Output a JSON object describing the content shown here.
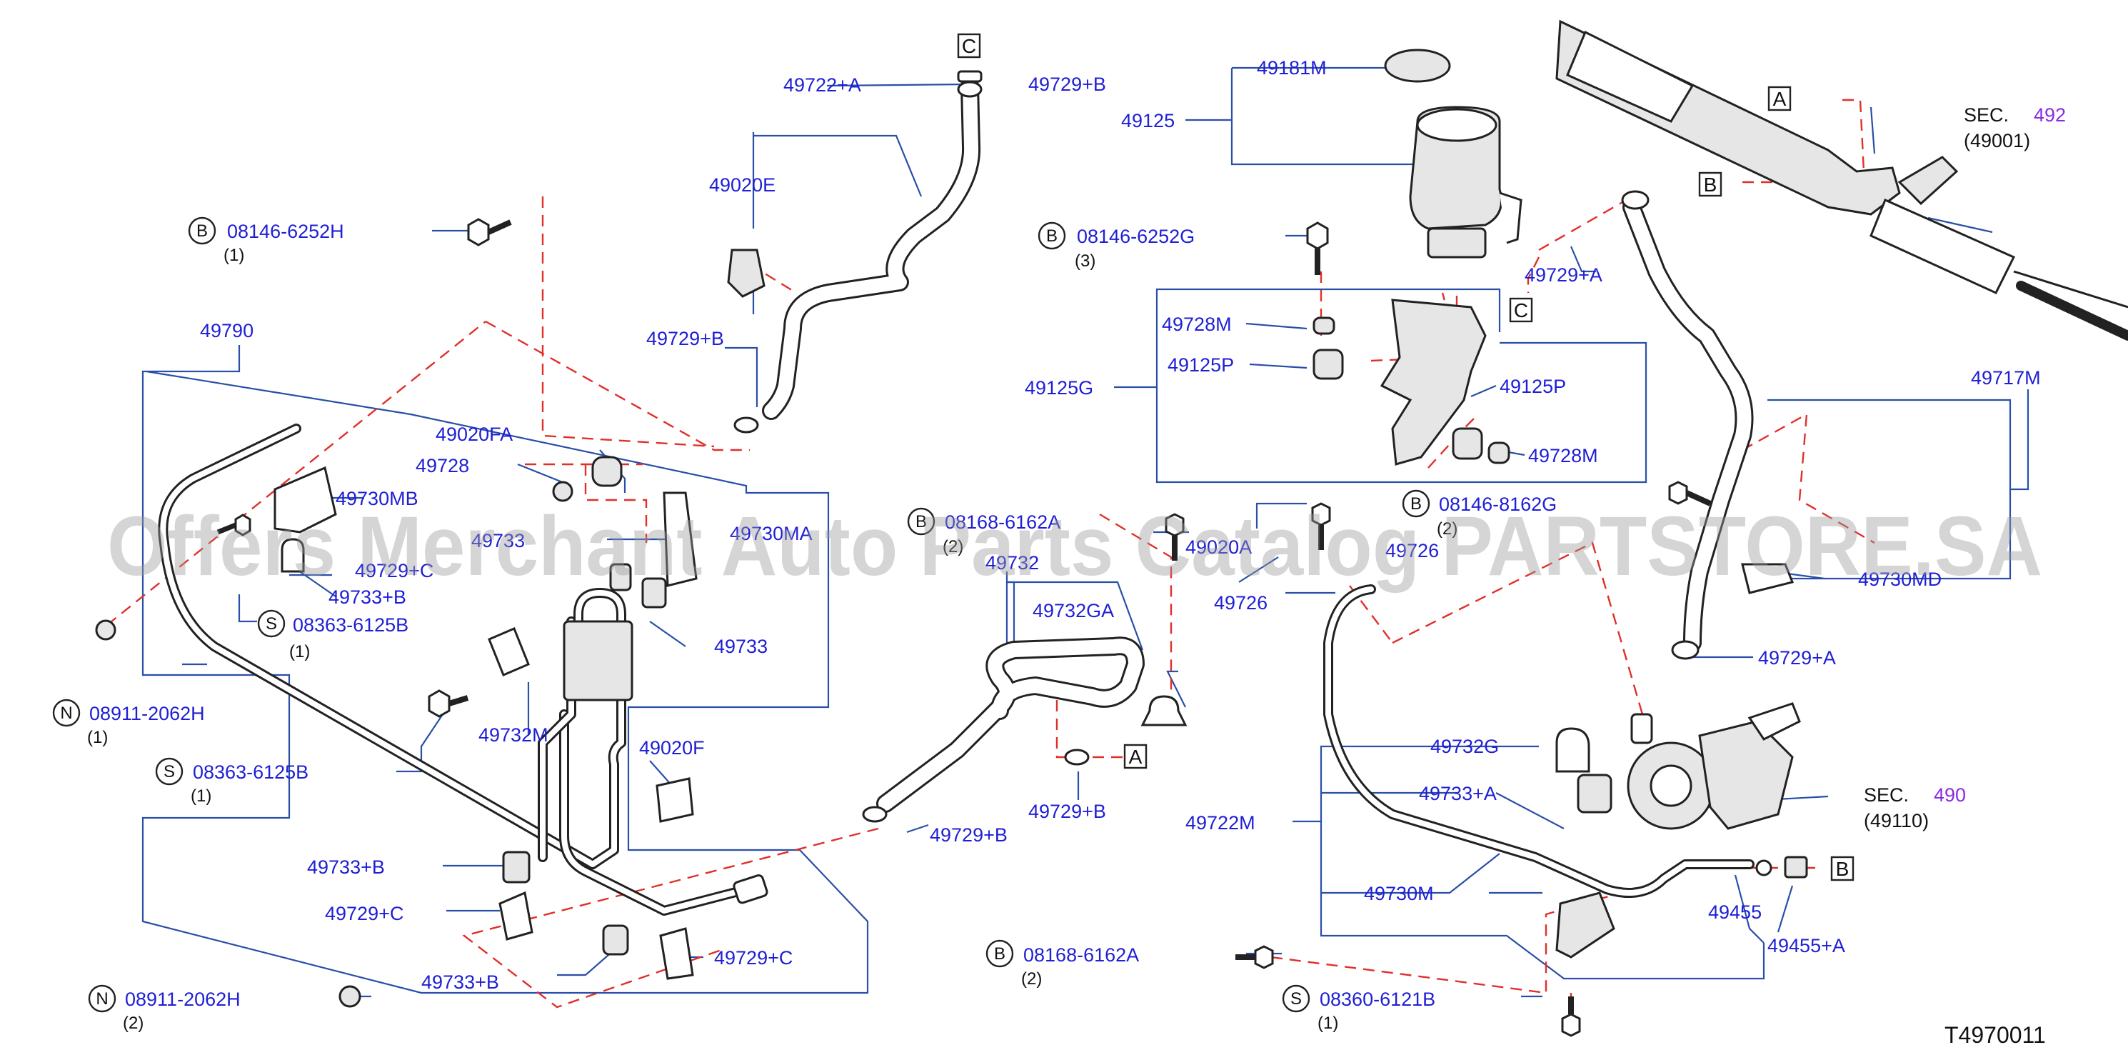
{
  "watermark": "Offers Merchant Auto Parts Catalog PARTSTORE.SA",
  "diagram_code": "T4970011",
  "sections": [
    {
      "prefix": "SEC.",
      "number": "492",
      "sub": "(49001)"
    },
    {
      "prefix": "SEC.",
      "number": "490",
      "sub": "(49110)"
    }
  ],
  "ref_boxes": [
    "A",
    "B",
    "C"
  ],
  "part_labels": {
    "p49722A": "49722+A",
    "p49729B_top": "49729+B",
    "p49020E": "49020E",
    "p08146_6252H": "08146-6252H",
    "p49729B_mid": "49729+B",
    "p49790": "49790",
    "p49020FA": "49020FA",
    "p49728_left": "49728",
    "p49730MB": "49730MB",
    "p49730MA": "49730MA",
    "p49733_obscured": "49733",
    "p49729C_upper": "49729+C",
    "p49733B_upper": "49733+B",
    "p08363_6125B_a": "08363-6125B",
    "p49733": "49733",
    "p08911_2062H_a": "08911-2062H",
    "p49732M": "49732M",
    "p08363_6125B_b": "08363-6125B",
    "p49020F": "49020F",
    "p49733B_lower": "49733+B",
    "p49729C_lower": "49729+C",
    "p49733B_bottom": "49733+B",
    "p49729C_bottom": "49729+C",
    "p08911_2062H_b": "08911-2062H",
    "p08168_6162A_top": "08168-6162A",
    "p49732": "49732",
    "p49732GA": "49732GA",
    "p49729B_lower": "49729+B",
    "p49729B_bottom": "49729+B",
    "p08168_6162A_bottom": "08168-6162A",
    "p49181M": "49181M",
    "p49125": "49125",
    "p08146_6252G": "08146-6252G",
    "p49729A_top": "49729+A",
    "p49728M_left": "49728M",
    "p49125P_left": "49125P",
    "p49125G": "49125G",
    "p49125P_right": "49125P",
    "p49728M_right": "49728M",
    "p08146_8162G": "08146-8162G",
    "p49020A": "49020A",
    "p49726_a": "49726",
    "p49726_b": "49726",
    "p49717M": "49717M",
    "p49730MD": "49730MD",
    "p49729A_mid": "49729+A",
    "p49732G": "49732G",
    "p49733A": "49733+A",
    "p49722M": "49722M",
    "p49730M": "49730M",
    "p49455": "49455",
    "p49455A": "49455+A",
    "p08360_6121B": "08360-6121B"
  },
  "quantities": {
    "q08146_6252H": "(1)",
    "q08363_6125B_a": "(1)",
    "q08911_2062H_a": "(1)",
    "q08363_6125B_b": "(1)",
    "q08911_2062H_b": "(2)",
    "q08168_6162A_top": "(2)",
    "q08168_6162A_bottom": "(2)",
    "q08146_6252G": "(3)",
    "q08146_8162G": "(2)",
    "q08360_6121B": "(1)"
  },
  "fastener_symbols": {
    "bolt": "B",
    "screw": "S",
    "nut": "N"
  },
  "colors": {
    "part_number": "#1f1fd6",
    "section_link": "#8a2be2",
    "leader": "#2a4fa8",
    "dashed_line": "#e0302a",
    "watermark": "#9a9a9a"
  }
}
